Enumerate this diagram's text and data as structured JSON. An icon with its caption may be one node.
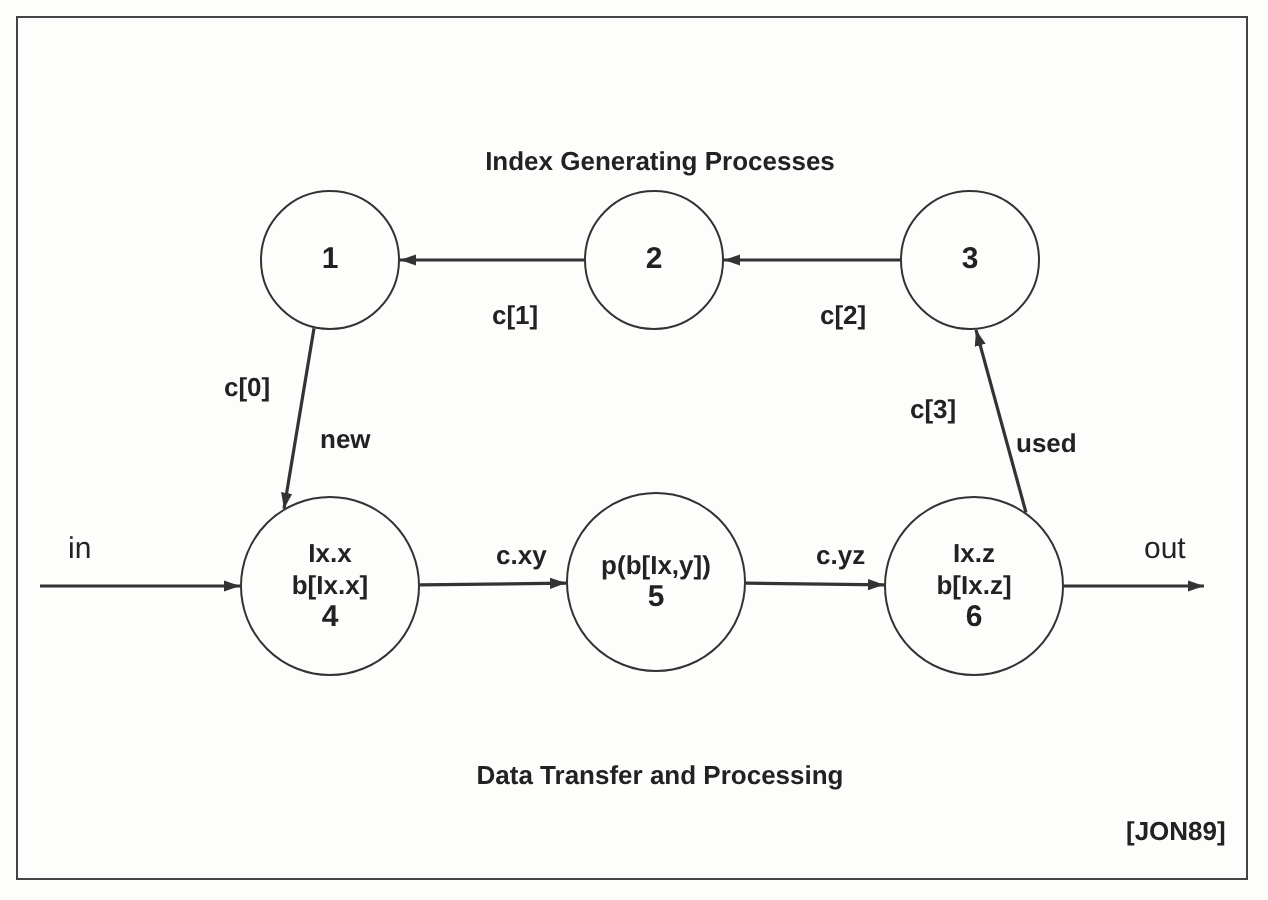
{
  "diagram": {
    "title": "Index Generating Processes",
    "nodes": [
      {
        "text": [
          "1"
        ]
      },
      {
        "text": [
          "2"
        ]
      },
      {
        "text": [
          "3"
        ]
      },
      {
        "text": [
          "Ix.x",
          "b[Ix.x]",
          "4"
        ]
      },
      {
        "text": [
          "p(b[Ix,y])",
          "5"
        ]
      },
      {
        "text": [
          "Ix.z",
          "b[Ix.z]",
          "6"
        ]
      }
    ],
    "edges": [
      {
        "from": 1,
        "to": 0,
        "arrow": "to",
        "label": "c[1]"
      },
      {
        "from": 2,
        "to": 1,
        "arrow": "to",
        "label": "c[2]"
      },
      {
        "from": 0,
        "to": 3,
        "arrow": "to",
        "label": "new"
      },
      {
        "from": 5,
        "to": 2,
        "arrow": "to",
        "label": "used"
      },
      {
        "from": null,
        "to": 3,
        "arrow": "to",
        "label": "in"
      },
      {
        "from": 3,
        "to": 4,
        "arrow": "to",
        "label": "c.xy"
      },
      {
        "from": 4,
        "to": 5,
        "arrow": "to",
        "label": "c.yz"
      },
      {
        "from": 5,
        "to": null,
        "arrow": "to",
        "label": "out"
      }
    ],
    "labels": [
      "c[0]",
      "c[3]",
      "Data Transfer and Processing",
      "[JON89]"
    ]
  }
}
